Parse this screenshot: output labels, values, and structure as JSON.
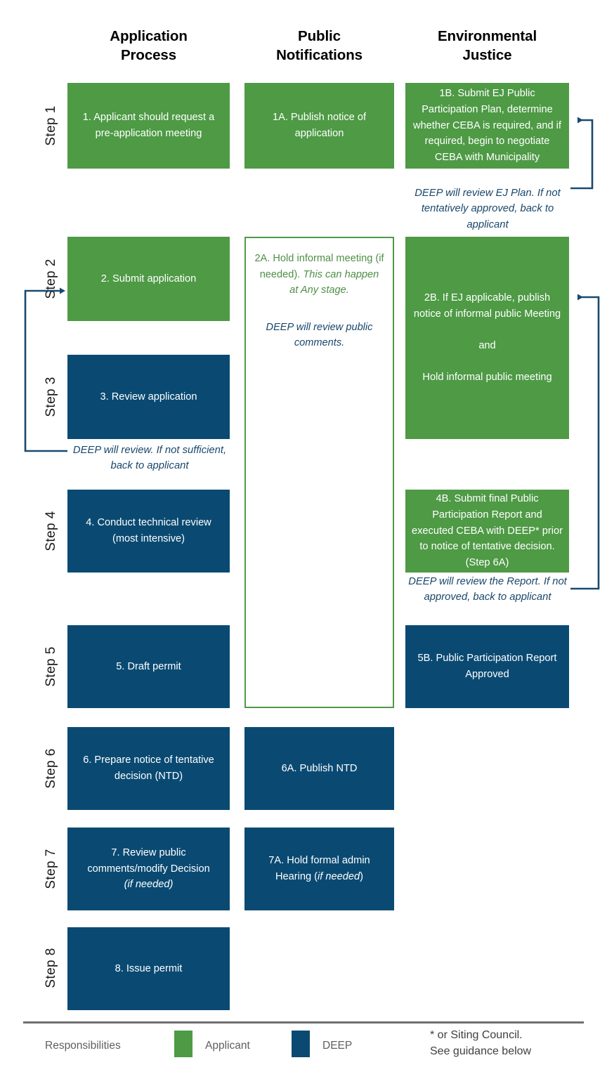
{
  "columns": [
    {
      "line1": "Application",
      "line2": "Process"
    },
    {
      "line1": "Public",
      "line2": "Notifications"
    },
    {
      "line1": "Environmental",
      "line2": "Justice"
    }
  ],
  "steps": [
    {
      "label": "Step 1"
    },
    {
      "label": "Step 2"
    },
    {
      "label": "Step 3"
    },
    {
      "label": "Step 4"
    },
    {
      "label": "Step 5"
    },
    {
      "label": "Step 6"
    },
    {
      "label": "Step 7"
    },
    {
      "label": "Step 8"
    }
  ],
  "boxes": {
    "b1": {
      "text": "1. Applicant should request a pre-application meeting",
      "owner": "Applicant"
    },
    "b1a": {
      "text": "1A. Publish notice of application",
      "owner": "Applicant"
    },
    "b1b": {
      "text": "1B. Submit EJ Public Participation Plan, determine whether CEBA is required, and if required, begin to negotiate CEBA with Municipality",
      "owner": "Applicant"
    },
    "b2": {
      "text": "2. Submit application",
      "owner": "Applicant"
    },
    "b2a": {
      "line1": "2A. Hold informal meeting (if needed).",
      "line2": "This can happen at Any stage.",
      "note": "DEEP will review public comments.",
      "owner": "Applicant"
    },
    "b2b": {
      "text": "2B. If EJ applicable, publish notice of informal public Meeting",
      "text2": "and",
      "text3": "Hold informal public meeting",
      "owner": "Applicant"
    },
    "b3": {
      "text": "3. Review application",
      "owner": "DEEP"
    },
    "b4": {
      "text": "4. Conduct technical review (most intensive)",
      "owner": "DEEP"
    },
    "b4b": {
      "text": "4B. Submit final Public Participation Report and executed CEBA with DEEP* prior to notice of tentative decision. (Step 6A)",
      "owner": "Applicant"
    },
    "b5": {
      "text": "5. Draft permit",
      "owner": "DEEP"
    },
    "b5b": {
      "text": "5B. Public Participation Report Approved",
      "owner": "DEEP"
    },
    "b6": {
      "text": "6. Prepare notice of tentative decision (NTD)",
      "owner": "DEEP"
    },
    "b6a": {
      "text": "6A. Publish NTD",
      "owner": "DEEP"
    },
    "b7": {
      "text_plain": "7. Review public comments/modify Decision",
      "text_italic": "(if needed)",
      "owner": "DEEP"
    },
    "b7a": {
      "text_plain": "7A. Hold formal admin Hearing (",
      "text_italic": "if needed",
      "text_tail": ")",
      "owner": "DEEP"
    },
    "b8": {
      "text": "8. Issue permit",
      "owner": "DEEP"
    }
  },
  "annotations": {
    "ej_plan": "DEEP will review EJ Plan. If not tentatively approved, back to applicant",
    "review_app": "DEEP will review. If not sufficient, back to applicant",
    "report": "DEEP will review the Report. If not approved, back to applicant"
  },
  "legend": {
    "title": "Responsibilities",
    "items": [
      {
        "label": "Applicant",
        "color": "#4e9a45"
      },
      {
        "label": "DEEP",
        "color": "#0a4a72"
      }
    ],
    "footnote_line1": "* or Siting Council.",
    "footnote_line2": "See guidance below"
  },
  "colors": {
    "applicant_green": "#4e9a45",
    "deep_blue": "#0a4a72",
    "annotation_navy": "#19476b",
    "legend_gray": "#5f5f5f",
    "rule_gray": "#6f6f6f"
  }
}
